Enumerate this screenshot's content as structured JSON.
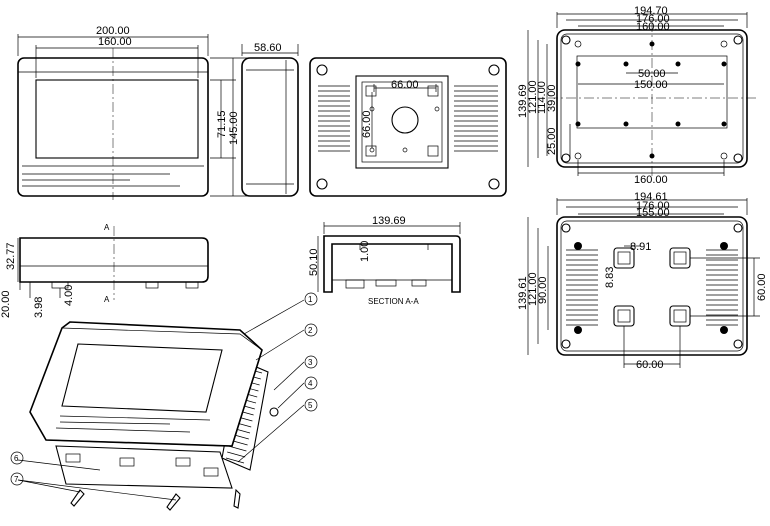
{
  "front": {
    "d_width_outer": "200.00",
    "d_width_inner": "160.00",
    "d_height_inner": "71.15",
    "d_height_outer": "145.00"
  },
  "side": {
    "d_depth": "58.60"
  },
  "back": {
    "d_holes_w": "66.00",
    "d_holes_h": "66.00"
  },
  "topview": {
    "d_w1": "194.70",
    "d_w2": "176.00",
    "d_w3": "160.00",
    "d_h1": "139.69",
    "d_h2": "121.00",
    "d_h3": "114.00",
    "d_slot_w1": "50.00",
    "d_slot_w2": "150.00",
    "d_slot_h": "39.00",
    "d_off": "25.00",
    "d_bottom": "160.00"
  },
  "bottom": {
    "d_h": "32.77",
    "d_base": "20.00",
    "d_a": "3.98",
    "d_b": "4.00",
    "mark_a": "A"
  },
  "section": {
    "d_w": "139.69",
    "d_h": "50.10",
    "d_wall": "1.00",
    "label": "SECTION A-A"
  },
  "underside": {
    "d_w1": "194.61",
    "d_w2": "176.00",
    "d_w3": "155.00",
    "d_h1": "139.61",
    "d_h2": "121.00",
    "d_h3": "90.00",
    "d_boss_x": "8.91",
    "d_boss_y": "8.83",
    "d_right": "60.00",
    "d_bottom": "60.00"
  },
  "callouts": [
    "1",
    "2",
    "3",
    "4",
    "5",
    "6",
    "7"
  ]
}
